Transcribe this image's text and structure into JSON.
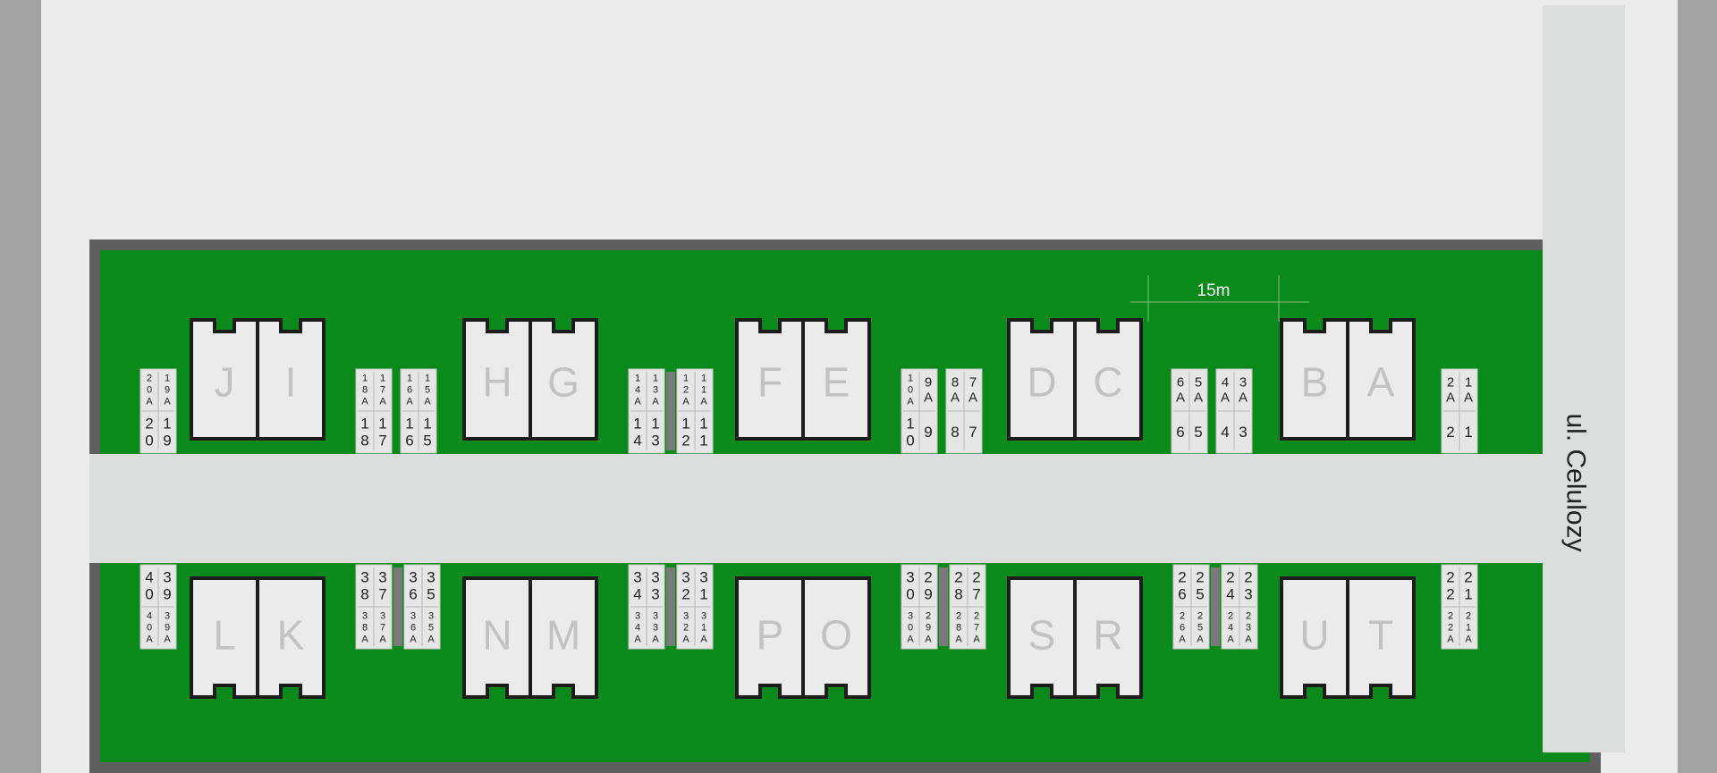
{
  "street_name": "ul. Celulozy",
  "dimension_label": "15m",
  "colors": {
    "outer": "#a3a3a3",
    "ground": "#ebebeb",
    "lawn": "#0b8a1c",
    "lawn_border": "#5f5f5f",
    "road": "#dcdedd",
    "building": "#ebebeb",
    "building_outline": "#1c1c1c",
    "building_letter": "#c2c2c2",
    "plot": "#e6e6e6",
    "plot_divider": "#7a7a7a"
  },
  "buildings": {
    "top": [
      [
        "J",
        "I"
      ],
      [
        "H",
        "G"
      ],
      [
        "F",
        "E"
      ],
      [
        "D",
        "C"
      ],
      [
        "B",
        "A"
      ]
    ],
    "bottom": [
      [
        "L",
        "K"
      ],
      [
        "N",
        "M"
      ],
      [
        "P",
        "O"
      ],
      [
        "S",
        "R"
      ],
      [
        "U",
        "T"
      ]
    ]
  },
  "plot_groups": {
    "top": [
      {
        "units": [
          {
            "upper": [
              "20A",
              "19A"
            ],
            "lower": [
              "20",
              "19"
            ]
          }
        ]
      },
      {
        "units": [
          {
            "upper": [
              "18A",
              "17A"
            ],
            "lower": [
              "18",
              "17"
            ]
          },
          {
            "upper": [
              "16A",
              "15A"
            ],
            "lower": [
              "16",
              "15"
            ]
          }
        ]
      },
      {
        "units": [
          {
            "upper": [
              "14A",
              "13A"
            ],
            "lower": [
              "14",
              "13"
            ]
          },
          {
            "upper": [
              "12A",
              "11A"
            ],
            "lower": [
              "12",
              "11"
            ]
          }
        ],
        "divider": true
      },
      {
        "units": [
          {
            "upper": [
              "10A",
              "9A"
            ],
            "lower": [
              "10",
              "9"
            ]
          },
          {
            "upper": [
              "8A",
              "7A"
            ],
            "lower": [
              "8",
              "7"
            ]
          }
        ]
      },
      {
        "units": [
          {
            "upper": [
              "6A",
              "5A"
            ],
            "lower": [
              "6",
              "5"
            ]
          },
          {
            "upper": [
              "4A",
              "3A"
            ],
            "lower": [
              "4",
              "3"
            ]
          }
        ]
      },
      {
        "units": [
          {
            "upper": [
              "2A",
              "1A"
            ],
            "lower": [
              "2",
              "1"
            ]
          }
        ]
      }
    ],
    "bottom": [
      {
        "units": [
          {
            "upper": [
              "40",
              "39"
            ],
            "lower": [
              "40A",
              "39A"
            ]
          }
        ]
      },
      {
        "units": [
          {
            "upper": [
              "38",
              "37"
            ],
            "lower": [
              "38A",
              "37A"
            ]
          },
          {
            "upper": [
              "36",
              "35"
            ],
            "lower": [
              "36A",
              "35A"
            ]
          }
        ],
        "divider": true
      },
      {
        "units": [
          {
            "upper": [
              "34",
              "33"
            ],
            "lower": [
              "34A",
              "33A"
            ]
          },
          {
            "upper": [
              "32",
              "31"
            ],
            "lower": [
              "32A",
              "31A"
            ]
          }
        ],
        "divider": true
      },
      {
        "units": [
          {
            "upper": [
              "30",
              "29"
            ],
            "lower": [
              "30A",
              "29A"
            ]
          },
          {
            "upper": [
              "28",
              "27"
            ],
            "lower": [
              "28A",
              "27A"
            ]
          }
        ],
        "divider": true
      },
      {
        "units": [
          {
            "upper": [
              "26",
              "25"
            ],
            "lower": [
              "26A",
              "25A"
            ]
          },
          {
            "upper": [
              "24",
              "23"
            ],
            "lower": [
              "24A",
              "23A"
            ]
          }
        ],
        "divider": true
      },
      {
        "units": [
          {
            "upper": [
              "22",
              "21"
            ],
            "lower": [
              "22A",
              "21A"
            ]
          }
        ]
      }
    ]
  }
}
